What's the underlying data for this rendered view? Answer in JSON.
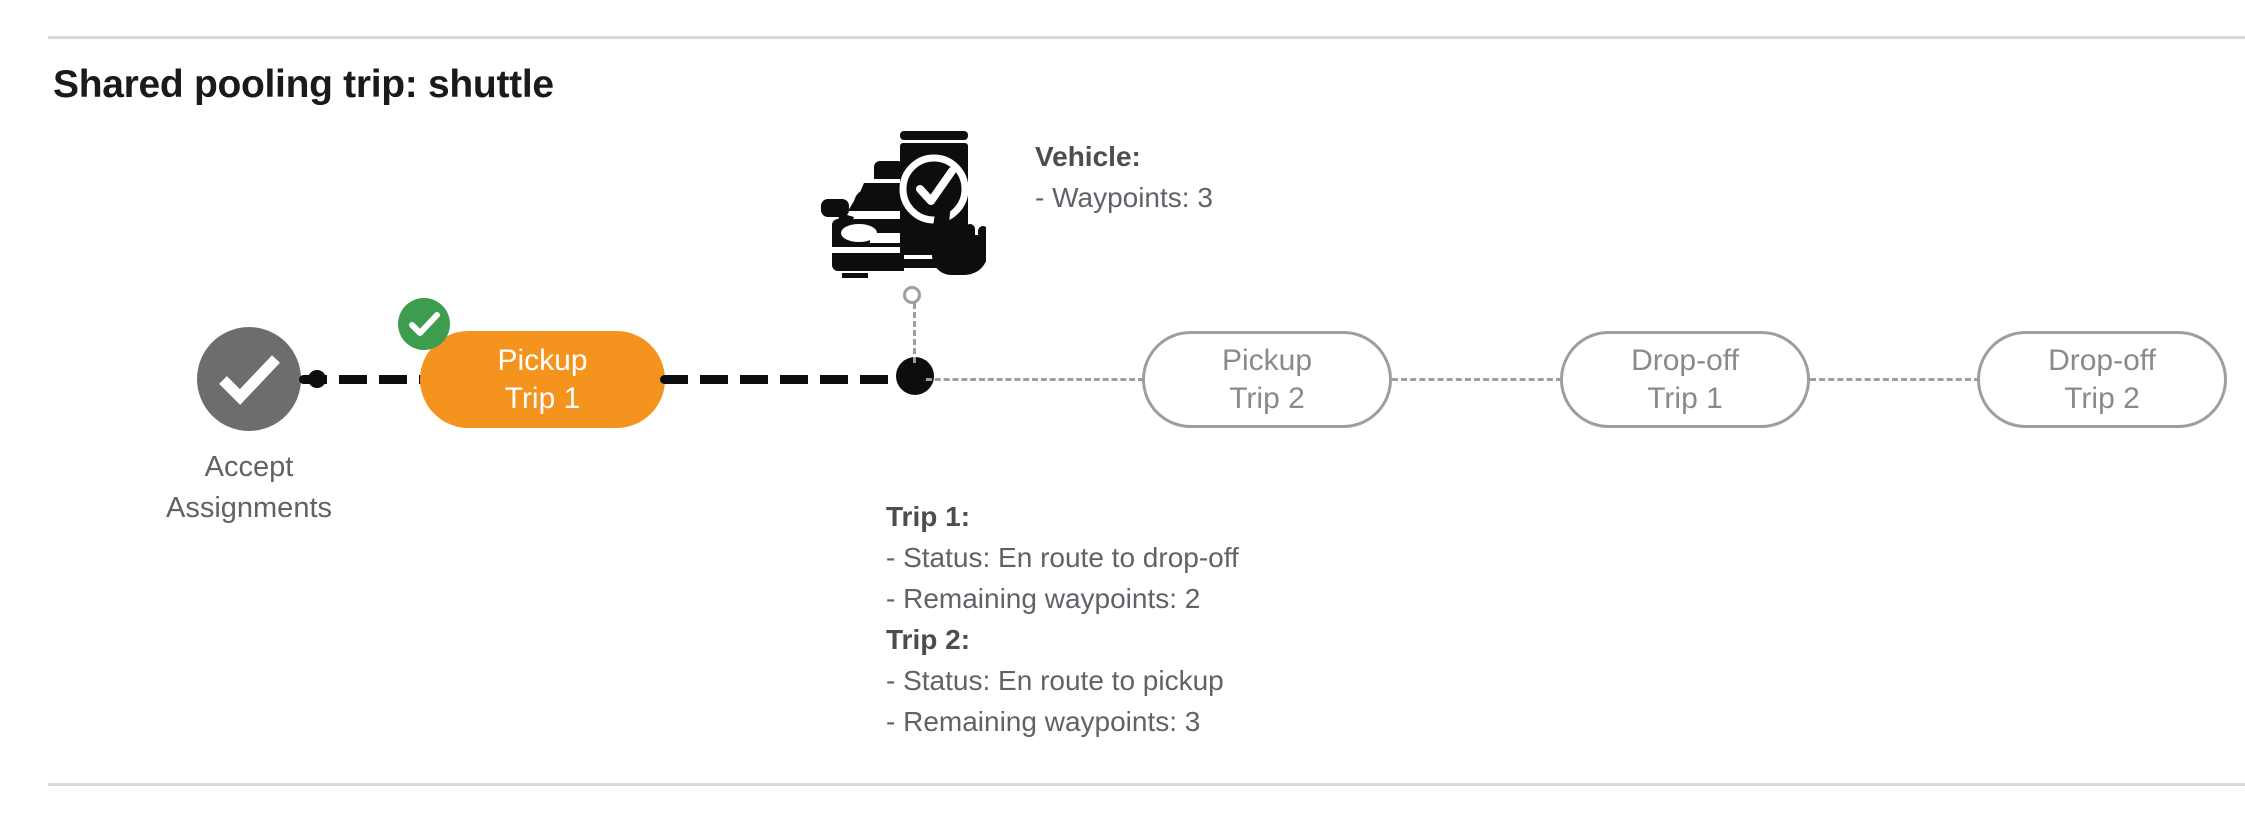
{
  "header": {
    "title": "Shared pooling trip: shuttle"
  },
  "colors": {
    "active_pill": "#F4941F",
    "completed_node": "#6D6D6D",
    "check_badge": "#3E9C4E",
    "future_outline": "#9E9E9E",
    "future_text": "#8A8A8A",
    "path_done": "#0D0D0D",
    "divider": "#D9D9D9",
    "body_text": "#5F6368"
  },
  "flow": {
    "start_node": {
      "icon": "check-circle-icon",
      "label_line1": "Accept",
      "label_line2": "Assignments",
      "state": "completed"
    },
    "active_stop": {
      "line1": "Pickup",
      "line2": "Trip 1",
      "badge_icon": "check-badge-icon",
      "state": "completed"
    },
    "upcoming_stops": [
      {
        "line1": "Pickup",
        "line2": "Trip 2",
        "state": "upcoming"
      },
      {
        "line1": "Drop-off",
        "line2": "Trip 1",
        "state": "upcoming"
      },
      {
        "line1": "Drop-off",
        "line2": "Trip 2",
        "state": "upcoming"
      }
    ]
  },
  "vehicle_marker": {
    "icon": "vehicle-phone-check-icon",
    "heading": "Vehicle:",
    "detail": "- Waypoints: 3"
  },
  "trip_details": {
    "trip1_heading": "Trip 1:",
    "trip1_status": "- Status:  En route to drop-off",
    "trip1_waypoints": "- Remaining waypoints: 2",
    "trip2_heading": "Trip 2:",
    "trip2_status": "- Status:  En route to pickup",
    "trip2_waypoints": "- Remaining waypoints: 3"
  }
}
